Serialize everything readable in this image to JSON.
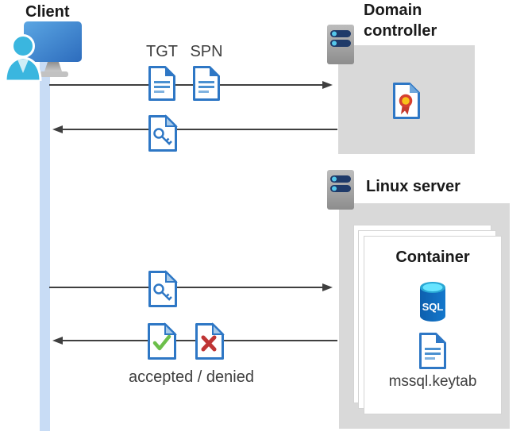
{
  "client": {
    "label": "Client"
  },
  "labels": {
    "tgt": "TGT",
    "spn": "SPN",
    "result": "accepted / denied"
  },
  "domain_controller": {
    "label": "Domain controller"
  },
  "linux_server": {
    "label": "Linux server"
  },
  "container": {
    "title": "Container",
    "sql_label": "SQL",
    "keytab_label": "mssql.keytab"
  },
  "icons": {
    "client": "person-at-monitor-icon",
    "domain_controller": "server-icon",
    "linux_server": "server-icon",
    "tgt": "document-icon",
    "spn": "document-icon",
    "key_request": "key-document-icon",
    "key_return": "key-document-icon",
    "accepted": "check-document-icon",
    "denied": "x-document-icon",
    "certificate": "certificate-document-icon",
    "sql": "sql-database-icon"
  },
  "colors": {
    "doc_border_blue": "#2e77c5",
    "doc_line_blue": "#4a90d0",
    "doc_line_light_blue": "#7fb2e0",
    "fold_light_blue": "#a9cbea",
    "accepted_green": "#6cbf4a",
    "denied_red": "#bf3434",
    "certificate_red": "#c53a2f",
    "certificate_yellow": "#f7c21a",
    "sql_body_blue": "#0d5fae",
    "sql_top_cyan": "#67e4ff",
    "server_bar_navy": "#1f3a69",
    "server_dot_cyan": "#54c7eb",
    "box_gray": "#d9d9d9",
    "lifeline_blue": "#c8dcf5",
    "arrow_gray": "#3f3f3f",
    "monitor_blue": "#2d6cbd",
    "person_cyan": "#3ab6df"
  }
}
